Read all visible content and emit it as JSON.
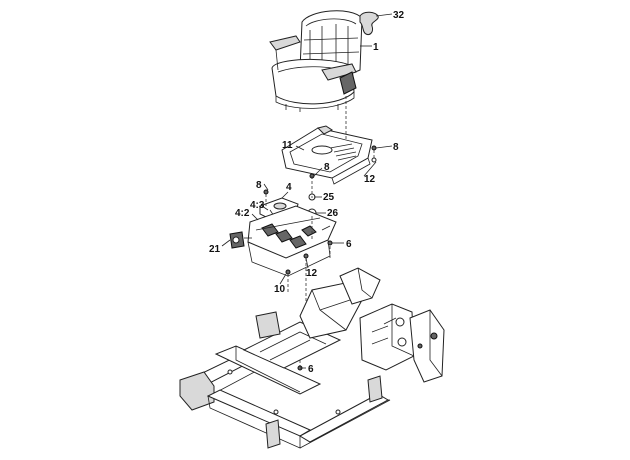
{
  "callouts": [
    {
      "id": "seat",
      "text": "1"
    },
    {
      "id": "knob",
      "text": "32"
    },
    {
      "id": "seat-plate",
      "text": "11"
    },
    {
      "id": "bolt-plate-right",
      "text": "8"
    },
    {
      "id": "screw-plate-right",
      "text": "12"
    },
    {
      "id": "bolt-plate-center",
      "text": "8"
    },
    {
      "id": "washer-center",
      "text": "25"
    },
    {
      "id": "nut-center",
      "text": "26"
    },
    {
      "id": "bolt-left",
      "text": "8"
    },
    {
      "id": "bracket",
      "text": "4"
    },
    {
      "id": "bracket-sub3",
      "text": "4:3"
    },
    {
      "id": "bracket-sub2",
      "text": "4:2"
    },
    {
      "id": "connector",
      "text": "21"
    },
    {
      "id": "screw-cover-right",
      "text": "6"
    },
    {
      "id": "screw-cover-center",
      "text": "12"
    },
    {
      "id": "screw-cover-left",
      "text": "10"
    },
    {
      "id": "frame-bolt",
      "text": "6"
    }
  ],
  "colors": {
    "ink": "#222222",
    "panel": "#d9d9d9",
    "background": "#ffffff"
  }
}
